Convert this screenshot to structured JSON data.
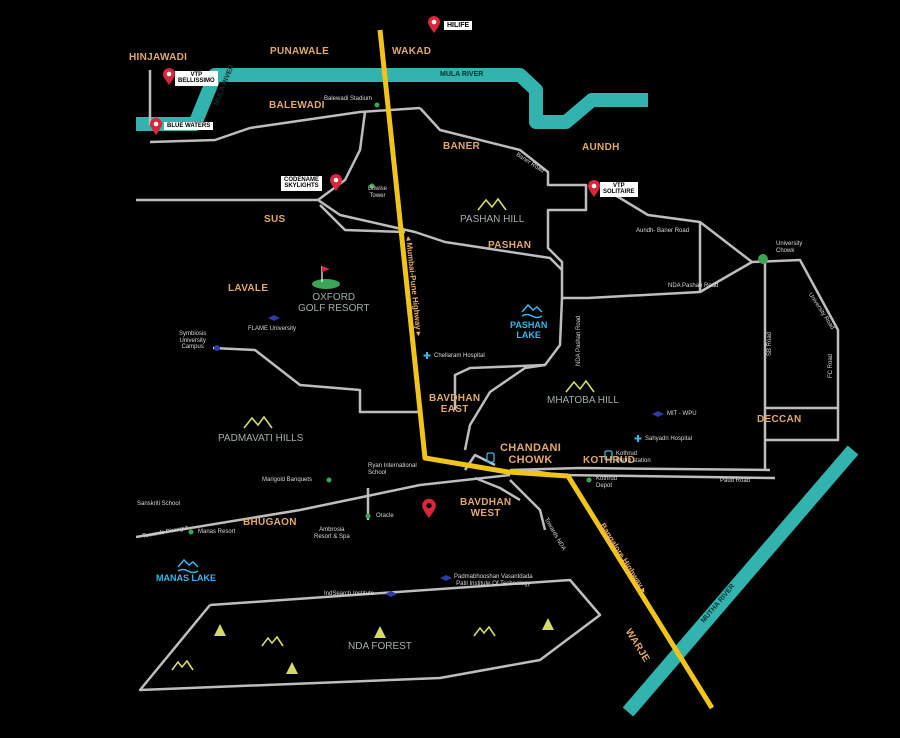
{
  "areas": {
    "hinjawadi": "HINJAWADI",
    "punawale": "PUNAWALE",
    "wakad": "WAKAD",
    "balewadi": "BALEWADI",
    "baner": "BANER",
    "aundh": "AUNDH",
    "sus": "SUS",
    "pashan": "PASHAN",
    "lavale": "LAVALE",
    "bavdhan_east": "BAVDHAN\nEAST",
    "chandani_chowk": "CHANDANI\nCHOWK",
    "kothrud": "KOTHRUD",
    "deccan": "DECCAN",
    "bavdhan_west": "BAVDHAN\nWEST",
    "bhugaon": "BHUGAON",
    "warje": "WARJE"
  },
  "landmarks": {
    "oxford_golf": "OXFORD\nGOLF RESORT",
    "pashan_hill": "PASHAN HILL",
    "mhatoba_hill": "MHATOBA HILL",
    "padmavati_hills": "PADMAVATI HILLS",
    "nda_forest": "NDA FOREST",
    "pashan_lake": "PASHAN\nLAKE",
    "manas_lake": "MANAS LAKE"
  },
  "places": {
    "balewadi_stadium": "Balewadi Stadium",
    "bitwise_tower": "Bitwise\nTower",
    "flame_university": "FLAME University",
    "symbiosis": "Symbiosis\nUniversity\nCampus",
    "chellaram_hospital": "Chellaram Hospital",
    "mit_wpu": "MIT - WPU",
    "sahyadri_hospital": "Sahyadri Hospital",
    "kothrud_metro": "Kothrud\nMetro station",
    "kothrud_depot": "Kothrud\nDepot",
    "university_chowk": "University\nChowk",
    "ryan_school": "Ryan International\nSchool",
    "marigold_banquets": "Marigold Banquets",
    "sanskriti_school": "Sanskriti School",
    "manas_resort": "Manas Resort",
    "ambrosia": "Ambrosia\nResort & Spa",
    "oracle": "Oracle",
    "padmabhooshan": "Padmabhooshan Vasantdada\nPatil Institute Of Technology",
    "indsearch": "IndSearch Institute"
  },
  "roads": {
    "baner_road": "Baner Road",
    "aundh_baner_road": "Aundh- Baner Road",
    "nda_pashan_road_h": "NDA Pashan Road",
    "nda_pashan_road_v": "NDA Pashan Road",
    "sb_road": "SB Road",
    "fc_road": "FC Road",
    "university_road": "University Road",
    "paud_road": "Paud Road",
    "towards_nda": "Towards NDA",
    "towards_pirangut": "Towards Pirangut",
    "mumbai_pune_highway": "◂ Mumbai-Pune Highway ▸",
    "bangalore_highway": "Bangalore Highway ▸"
  },
  "rivers": {
    "mula_river_1": "MULA RIVER",
    "mula_river_2": "MULA RIVER",
    "mutha_river": "MUTHA RIVER"
  },
  "projects": {
    "hilife": "HILIFE",
    "vtp_bellissimo": "VTP\nBELLISSIMO",
    "blue_waters": "BLUE WATERS",
    "codename_skylights": "CODENAME\nSKYLIGHTS",
    "vtp_solitaire": "VTP\nSOLITAIRE"
  },
  "colors": {
    "river": "#33b3ad",
    "highway": "#f0c419",
    "road": "#bdbdbd",
    "area_text": "#e0a86a",
    "pin": "#d7263d",
    "lake": "#37b6e8"
  }
}
